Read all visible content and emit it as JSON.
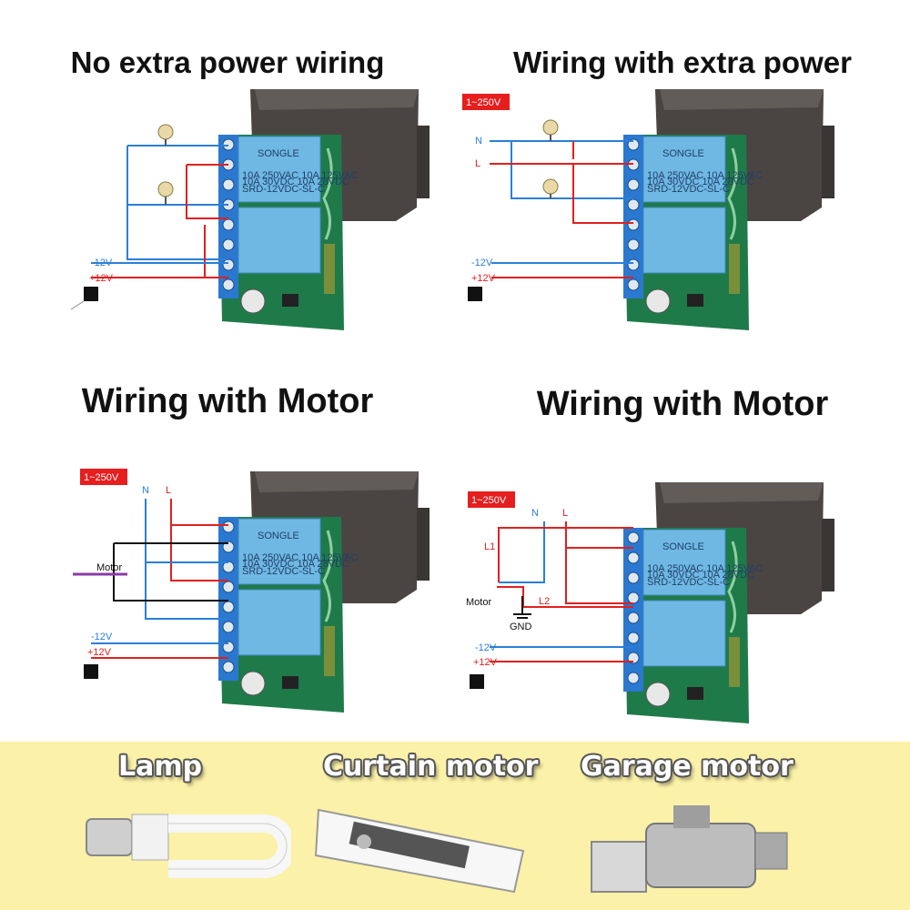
{
  "panels": [
    {
      "title": "No extra power wiring",
      "labels": {
        "minus": "-12V",
        "plus": "+12V"
      }
    },
    {
      "title": "Wiring with extra power",
      "labels": {
        "voltage": "1~250V",
        "n": "N",
        "l": "L",
        "minus": "-12V",
        "plus": "+12V"
      }
    },
    {
      "title": "Wiring with Motor",
      "labels": {
        "voltage": "1~250V",
        "n": "N",
        "l": "L",
        "motor": "Motor",
        "minus": "-12V",
        "plus": "+12V"
      }
    },
    {
      "title": "Wiring with Motor",
      "labels": {
        "voltage": "1~250V",
        "n": "N",
        "l": "L",
        "l1": "L1",
        "l2": "L2",
        "motor": "Motor",
        "gnd": "GND",
        "minus": "-12V",
        "plus": "+12V"
      }
    }
  ],
  "module": {
    "relay_brand": "SONGLE",
    "relay_rating_1": "10A 250VAC 10A 125VAC",
    "relay_rating_2": "10A 30VDC 10A 28VDC",
    "relay_model": "SRD-12VDC-SL-C"
  },
  "products": [
    {
      "label": "Lamp",
      "icon": "lamp-bulb-icon"
    },
    {
      "label": "Curtain motor",
      "icon": "curtain-motor-icon"
    },
    {
      "label": "Garage motor",
      "icon": "garage-motor-icon"
    }
  ],
  "colors": {
    "live_wire": "#e02020",
    "neutral_wire": "#2a7fd8",
    "motor_wire": "#111111",
    "terminal_block": "#2a78d0",
    "relay": "#6fb8e4",
    "pcb": "#1f7a4a",
    "case": "#4a4543",
    "voltage_badge": "#e61e1e",
    "bottom_band": "#fbf1a8"
  }
}
